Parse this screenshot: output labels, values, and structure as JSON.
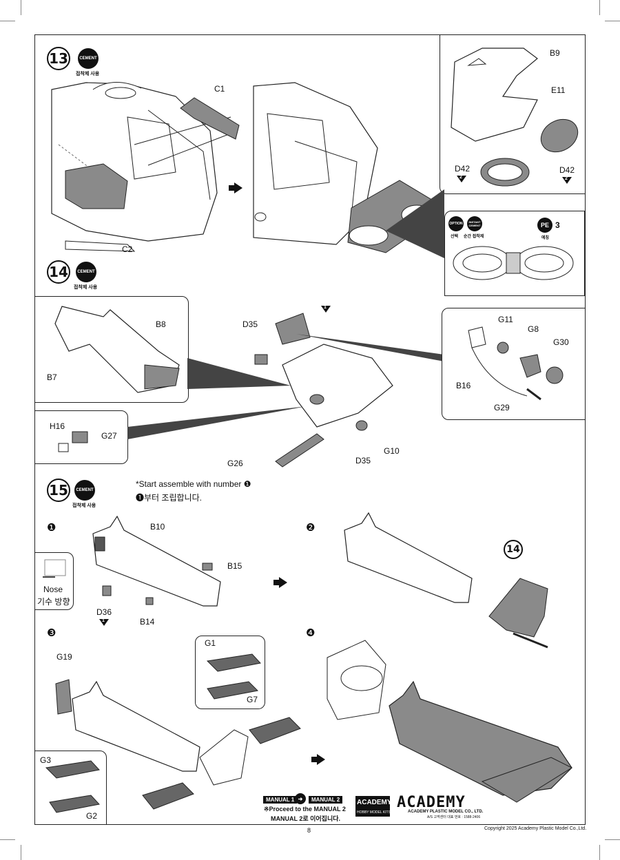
{
  "step13": {
    "number": "13",
    "cement_label": "CEMENT",
    "cement_caption": "접착제 사용"
  },
  "step14": {
    "number": "14",
    "cement_label": "CEMENT",
    "cement_caption": "접착제 사용"
  },
  "step15": {
    "number": "15",
    "cement_label": "CEMENT",
    "cement_caption": "접착제 사용"
  },
  "parts_13": {
    "c1": "C1",
    "c2": "C2",
    "b9": "B9",
    "e11": "E11",
    "d42a": "D42",
    "d42b": "D42",
    "d42_badge": "2"
  },
  "option_box": {
    "option_label": "OPTION",
    "option_caption": "선택",
    "instant_label": "INSTANT CEMENT",
    "instant_caption": "순간 접착제",
    "pe_label": "PE",
    "pe_caption": "에칭",
    "pe_number": "3"
  },
  "parts_14": {
    "b8": "B8",
    "b7": "B7",
    "d35a": "D35",
    "d35b": "D35",
    "g11": "G11",
    "g8": "G8",
    "g30": "G30",
    "b16": "B16",
    "g29": "G29",
    "h16": "H16",
    "g27": "G27",
    "g26": "G26",
    "g10": "G10",
    "marker_1": "1"
  },
  "step15_note": {
    "line1": "*Start assemble with number ❶",
    "line2": "❶부터 조립합니다."
  },
  "substeps": {
    "s1": "❶",
    "s2": "❷",
    "s3": "❸",
    "s4": "❹"
  },
  "parts_15": {
    "b10": "B10",
    "b15": "B15",
    "b14": "B14",
    "d36": "D36",
    "d36_badge": "1",
    "ref14": "14",
    "g19": "G19",
    "g1": "G1",
    "g7": "G7",
    "g3": "G3",
    "g2": "G2"
  },
  "nose_box": {
    "line1": "Nose",
    "line2": "기수 방향"
  },
  "footer": {
    "manual1": "MANUAL 1",
    "manual2": "MANUAL 2",
    "proceed_en": "※Proceed to the MANUAL 2",
    "proceed_ko": "MANUAL 2로 이어집니다.",
    "brand_small": "ACADEMY",
    "brand_small_sub": "HOBBY MODEL KITS",
    "brand_big": "ACADEMY",
    "company": "ACADEMY PLASTIC MODEL CO., LTD.",
    "service": "A/S 고객센터 대표 번호 : 1588-2406",
    "page": "8",
    "copyright": "Copyright 2025 Academy Plastic Model Co.,Ltd."
  },
  "colors": {
    "part_fill": "#8a8a8a",
    "line": "#222222",
    "accent": "#111111"
  }
}
